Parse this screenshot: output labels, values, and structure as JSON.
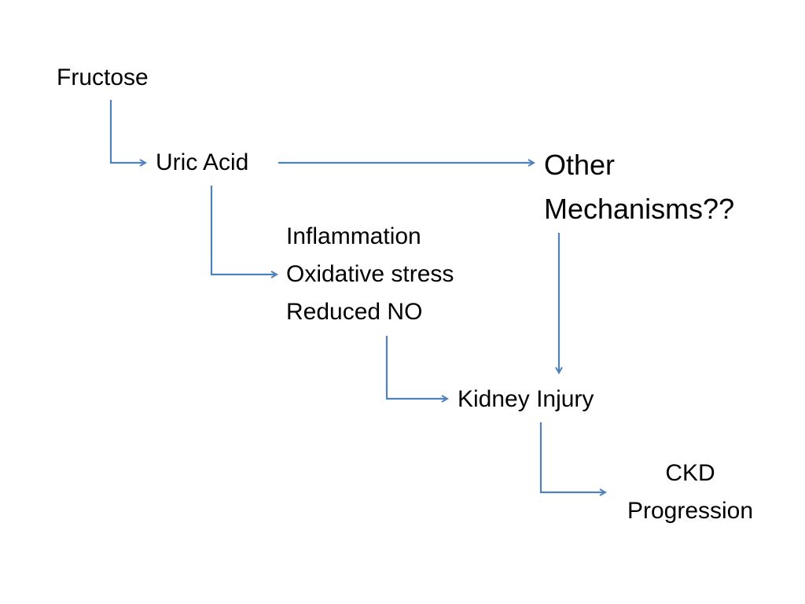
{
  "diagram": {
    "nodes": {
      "fructose": "Fructose",
      "uric_acid": "Uric Acid",
      "effects": [
        "Inflammation",
        "Oxidative stress",
        "Reduced NO"
      ],
      "other_mechanisms": [
        "Other",
        "Mechanisms??"
      ],
      "kidney_injury": "Kidney Injury",
      "ckd_progression": [
        "CKD",
        "Progression"
      ]
    },
    "arrow_color": "#4F81BD",
    "text_color": "#000000",
    "edges": [
      {
        "from": "fructose",
        "to": "uric_acid"
      },
      {
        "from": "uric_acid",
        "to": "other_mechanisms"
      },
      {
        "from": "uric_acid",
        "to": "effects"
      },
      {
        "from": "effects",
        "to": "kidney_injury"
      },
      {
        "from": "other_mechanisms",
        "to": "kidney_injury"
      },
      {
        "from": "kidney_injury",
        "to": "ckd_progression"
      }
    ]
  }
}
